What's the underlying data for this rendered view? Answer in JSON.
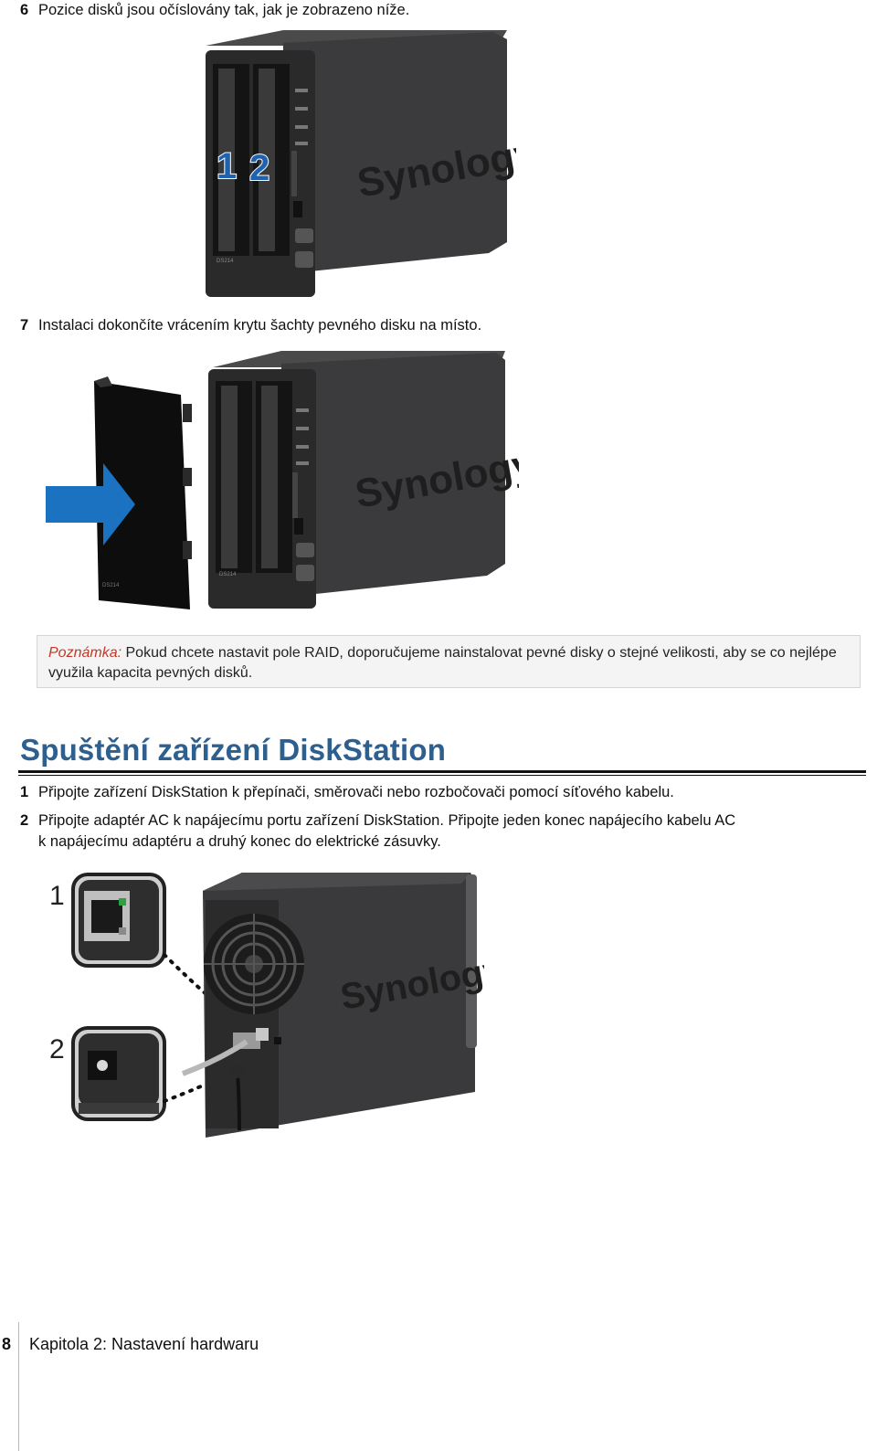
{
  "steps_top": [
    {
      "num": "6",
      "text": "Pozice disků jsou očíslovány tak, jak je zobrazeno níže."
    },
    {
      "num": "7",
      "text": "Instalaci dokončíte vrácením krytu šachty pevného disku na místo."
    }
  ],
  "figure1": {
    "brand": "Synology",
    "bay_labels": [
      "1",
      "2"
    ],
    "model": "DS214"
  },
  "figure2": {
    "brand": "Synology",
    "model": "DS214"
  },
  "note": {
    "label": "Poznámka:",
    "text": "Pokud chcete nastavit pole RAID, doporučujeme nainstalovat pevné disky o stejné velikosti, aby se co nejlépe využila kapacita pevných disků."
  },
  "section": {
    "title": "Spuštění zařízení DiskStation",
    "steps": [
      {
        "num": "1",
        "line1": "Připojte zařízení DiskStation k přepínači, směrovači nebo rozbočovači pomocí síťového kabelu.",
        "line2": ""
      },
      {
        "num": "2",
        "line1": "Připojte adaptér AC k napájecímu portu zařízení DiskStation. Připojte jeden konec napájecího kabelu AC",
        "line2": "k napájecímu adaptéru a druhý konec do elektrické zásuvky."
      }
    ]
  },
  "figure3": {
    "brand": "Synology",
    "callouts": [
      "1",
      "2"
    ]
  },
  "footer": {
    "page_num": "8",
    "chapter": "Kapitola 2: Nastavení hardwaru"
  },
  "colors": {
    "title_blue": "#2d5f8f",
    "note_label_red": "#c0392b",
    "bay_number_blue": "#1f62b0",
    "arrow_blue": "#1a72c0"
  }
}
